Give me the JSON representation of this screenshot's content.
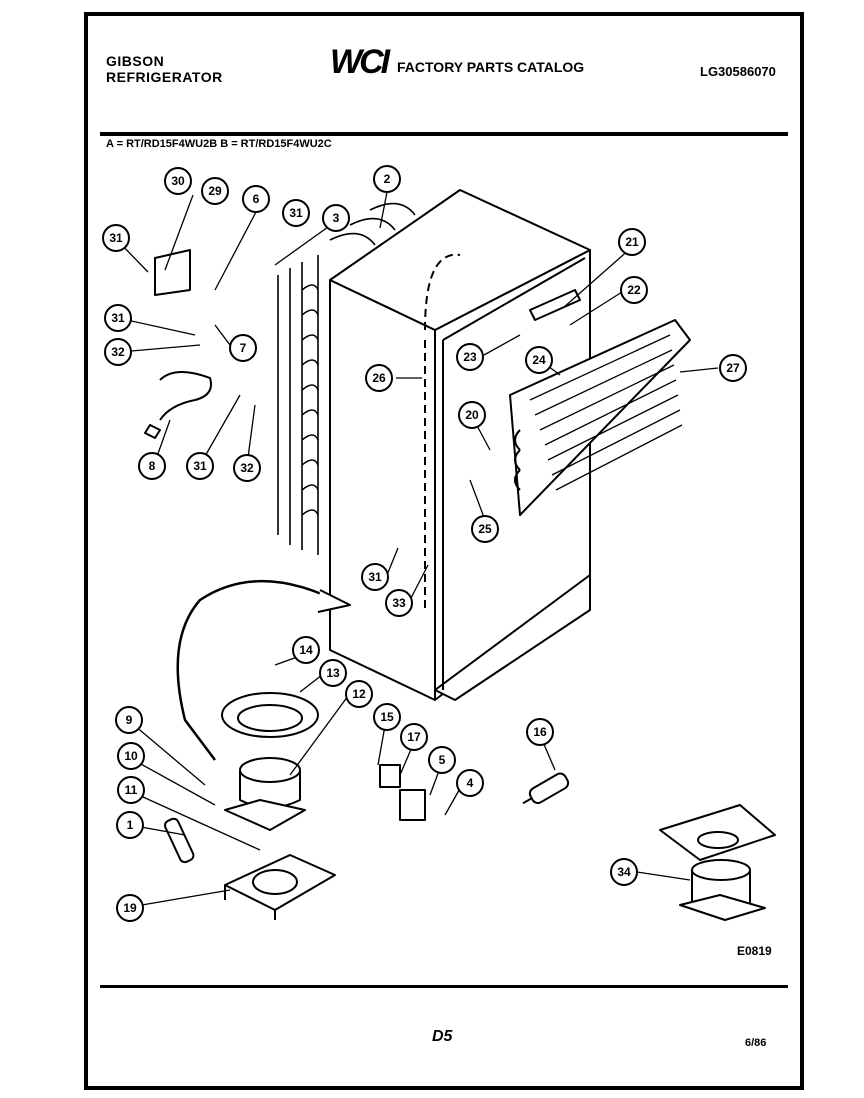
{
  "header": {
    "brand_line1": "GIBSON",
    "brand_line2": "REFRIGERATOR",
    "logo_text": "WCI",
    "catalog_title": "FACTORY PARTS CATALOG",
    "catalog_code": "LG30586070"
  },
  "models_line": "A = RT/RD15F4WU2B   B = RT/RD15F4WU2C",
  "diagram": {
    "diagram_id": "E0819",
    "callouts": [
      "30",
      "29",
      "6",
      "31",
      "3",
      "2",
      "31",
      "31",
      "7",
      "32",
      "21",
      "22",
      "23",
      "24",
      "27",
      "26",
      "20",
      "8",
      "31",
      "32",
      "25",
      "31",
      "33",
      "14",
      "13",
      "12",
      "15",
      "17",
      "5",
      "4",
      "16",
      "9",
      "10",
      "11",
      "1",
      "19",
      "34"
    ]
  },
  "footer": {
    "page_number": "D5",
    "date": "6/86"
  }
}
